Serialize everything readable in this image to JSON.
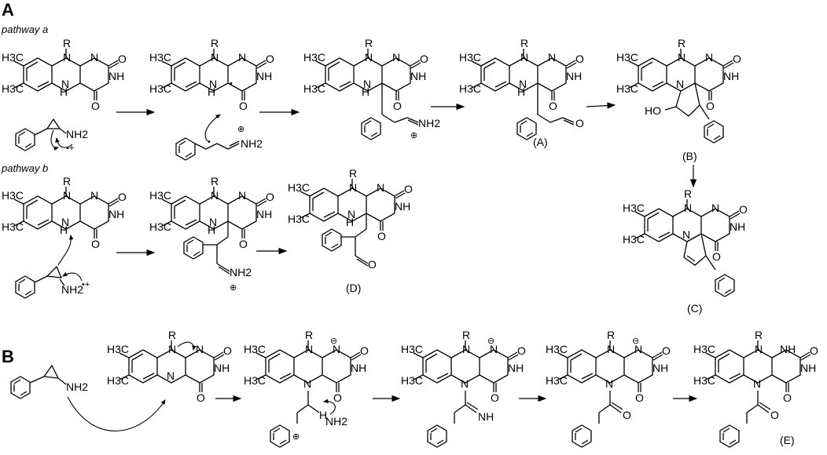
{
  "panels": {
    "a": "A",
    "b": "B"
  },
  "pathways": {
    "a": "pathway a",
    "b": "pathway b"
  },
  "atoms": {
    "R": "R",
    "N": "N",
    "O": "O",
    "H": "H",
    "NH": "NH",
    "H3C": "H3C",
    "NH2": "NH2",
    "HO": "HO"
  },
  "compounds": {
    "A": "(A)",
    "B": "(B)",
    "C": "(C)",
    "D": "(D)",
    "E": "(E)"
  },
  "charges": {
    "plus": "⊕",
    "minus": "⊖",
    "radical": "•",
    "radical_pair": "•+"
  }
}
